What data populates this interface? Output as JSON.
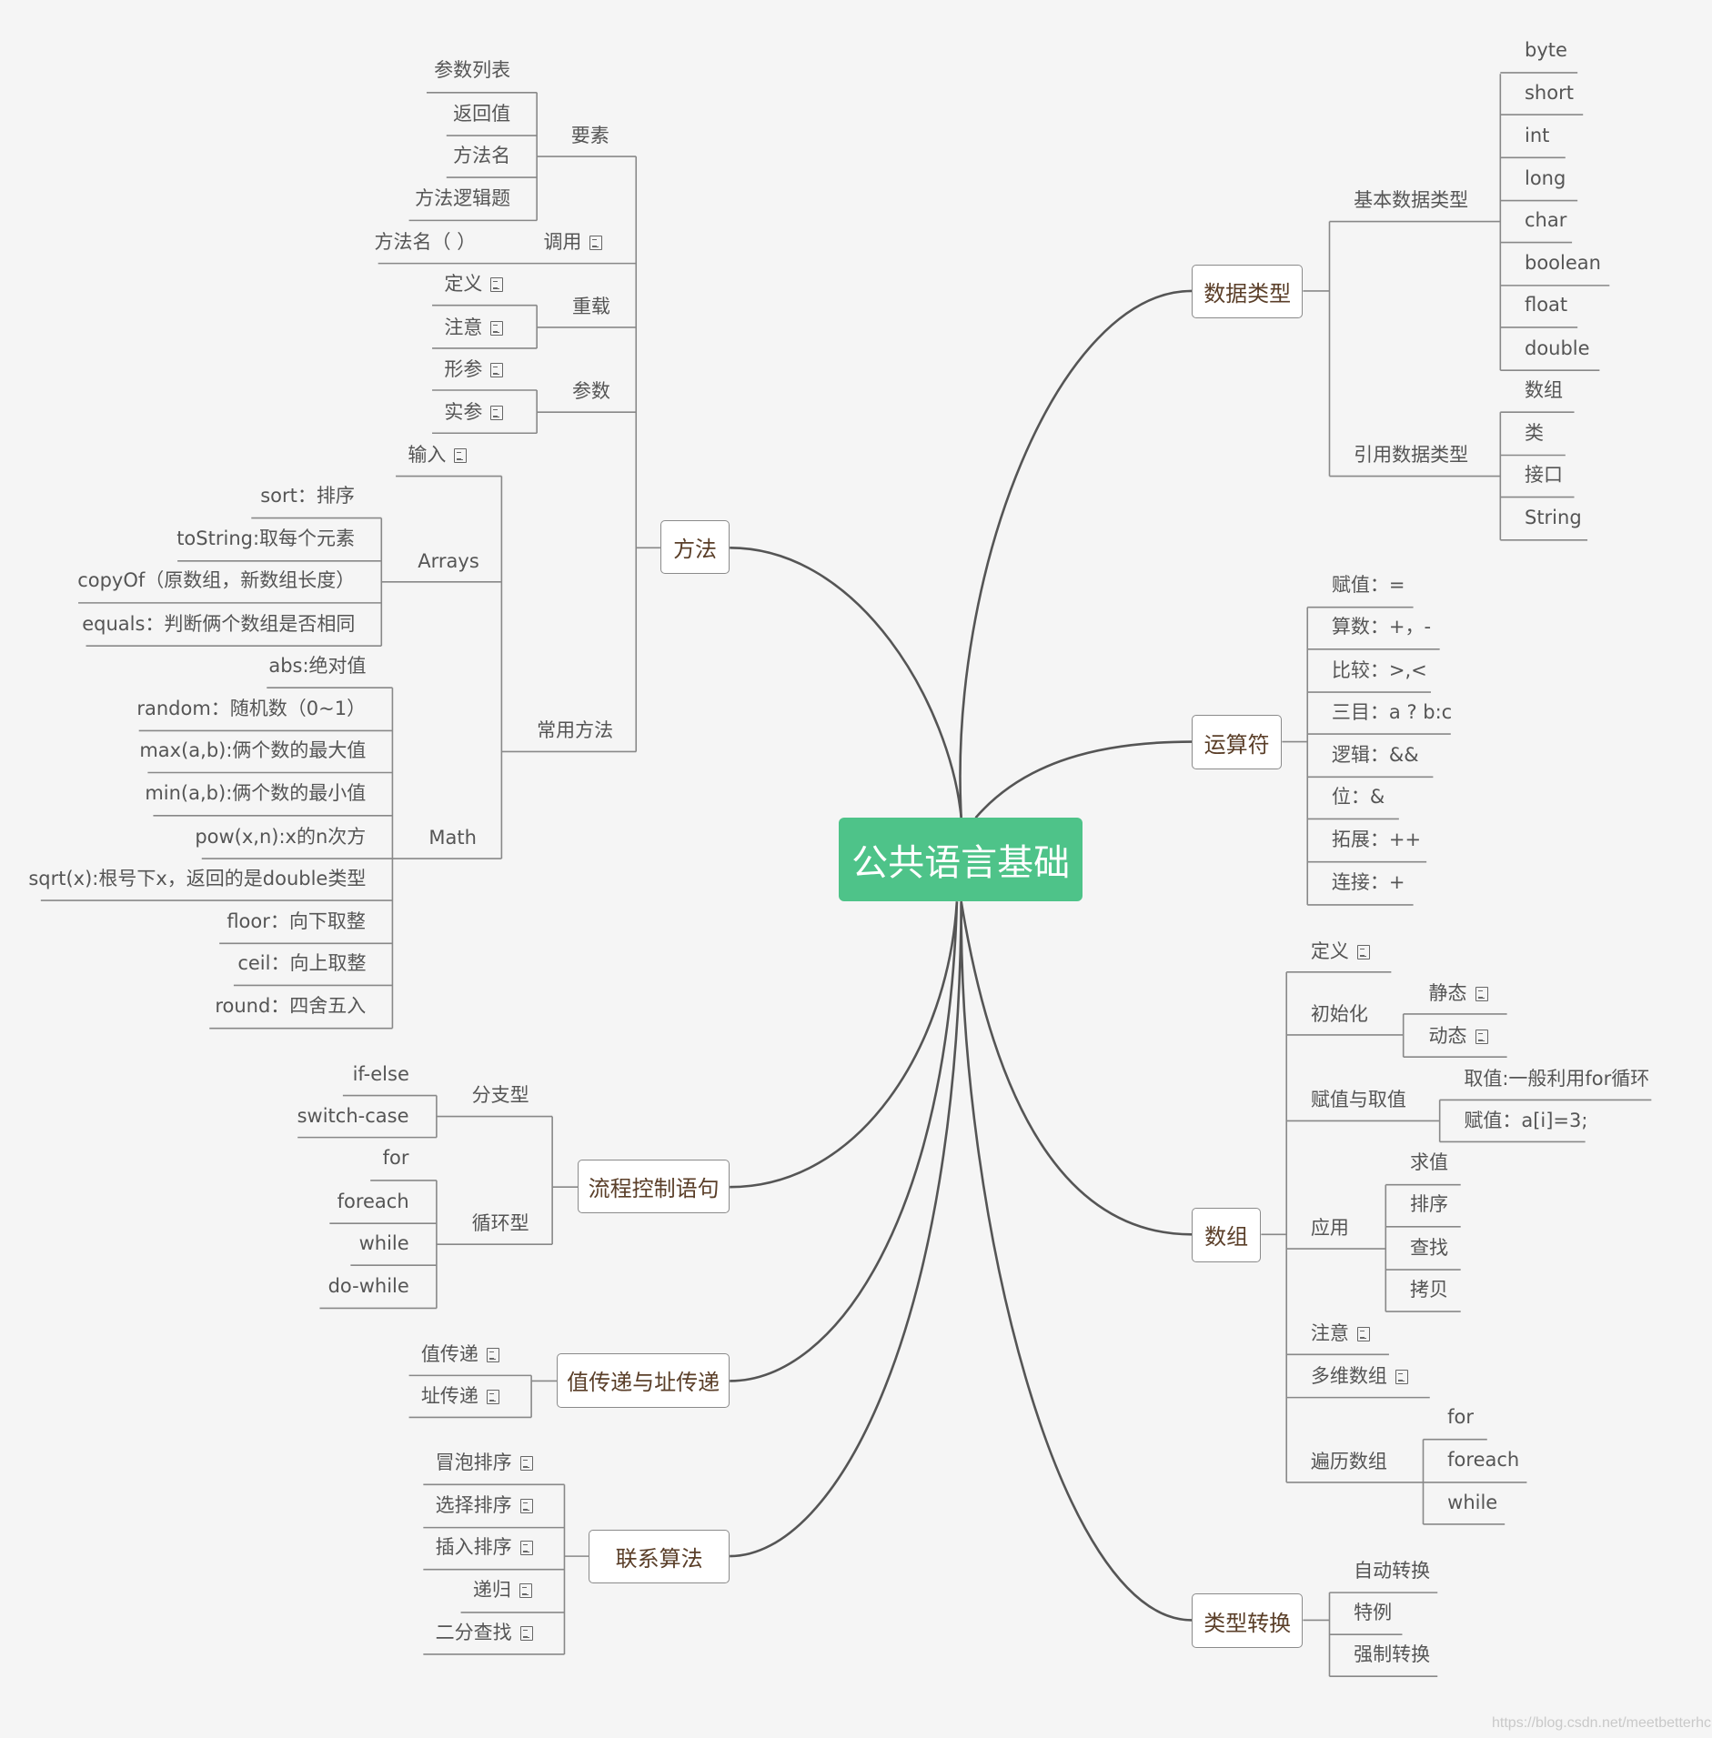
{
  "root": {
    "label": "公共语言基础"
  },
  "branches": [
    {
      "label": "数据类型",
      "note": false
    },
    {
      "label": "运算符",
      "note": false
    },
    {
      "label": "数组",
      "note": false
    },
    {
      "label": "类型转换",
      "note": false
    },
    {
      "label": "方法",
      "note": false
    },
    {
      "label": "流程控制语句",
      "note": false
    },
    {
      "label": "值传递与址传递",
      "note": false
    },
    {
      "label": "联系算法",
      "note": true
    }
  ],
  "data_type": {
    "basic": {
      "label": "基本数据类型",
      "items": [
        "byte",
        "short",
        "int",
        "long",
        "char",
        "boolean",
        "float",
        "double"
      ]
    },
    "reference": {
      "label": "引用数据类型",
      "items": [
        "数组",
        "类",
        "接口",
        "String"
      ]
    }
  },
  "operators": {
    "items": [
      "赋值：=",
      "算数：+，-",
      "比较：>,<",
      "三目：a ? b:c",
      "逻辑：&&",
      "位：&",
      "拓展：++",
      "连接：+"
    ]
  },
  "array": {
    "define": "定义",
    "init": {
      "label": "初始化",
      "items": [
        "静态",
        "动态"
      ]
    },
    "assign": {
      "label": "赋值与取值",
      "items": [
        "取值:一般利用for循环",
        "赋值：a[i]=3;"
      ]
    },
    "apply": {
      "label": "应用",
      "items": [
        "求值",
        "排序",
        "查找",
        "拷贝"
      ]
    },
    "note": "注意",
    "multi": "多维数组",
    "traverse": {
      "label": "遍历数组",
      "items": [
        "for",
        "foreach",
        "while"
      ]
    }
  },
  "conversion": {
    "items": [
      "自动转换",
      "特例",
      "强制转换"
    ]
  },
  "method": {
    "elements": {
      "label": "要素",
      "items": [
        "参数列表",
        "返回值",
        "方法名",
        "方法逻辑题"
      ]
    },
    "call": {
      "label": "调用",
      "item": "方法名（ ）"
    },
    "overload": {
      "label": "重载",
      "items": [
        "定义",
        "注意"
      ]
    },
    "params": {
      "label": "参数",
      "items": [
        "形参",
        "实参"
      ]
    },
    "common": {
      "label": "常用方法",
      "input": "输入",
      "arrays": {
        "label": "Arrays",
        "items": [
          "sort：排序",
          "toString:取每个元素",
          "copyOf（原数组，新数组长度）",
          "equals：判断俩个数组是否相同"
        ]
      },
      "math": {
        "label": "Math",
        "items": [
          "abs:绝对值",
          "random：随机数（0~1）",
          "max(a,b):俩个数的最大值",
          "min(a,b):俩个数的最小值",
          "pow(x,n):x的n次方",
          "sqrt(x):根号下x，返回的是double类型",
          "floor：向下取整",
          "ceil：向上取整",
          "round：四舍五入"
        ]
      }
    }
  },
  "flow": {
    "branch": {
      "label": "分支型",
      "items": [
        "if-else",
        "switch-case"
      ]
    },
    "loop": {
      "label": "循环型",
      "items": [
        "for",
        "foreach",
        "while",
        "do-while"
      ]
    }
  },
  "passing": {
    "items": [
      "值传递",
      "址传递"
    ]
  },
  "algorithms": {
    "items": [
      "冒泡排序",
      "选择排序",
      "插入排序",
      "递归",
      "二分查找"
    ]
  },
  "watermark": "https://blog.csdn.net/meetbetterhc"
}
